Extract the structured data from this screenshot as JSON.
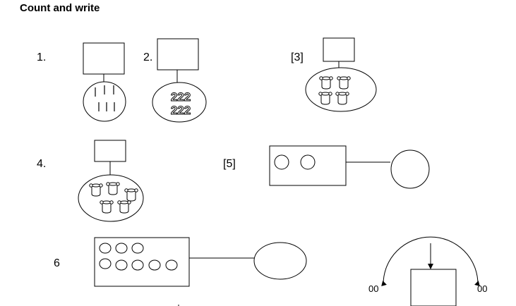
{
  "title": "Count and write",
  "questions": [
    {
      "label": "1.",
      "objects": "tally sticks",
      "count_shown": 6
    },
    {
      "label": "2.",
      "objects": "222 222"
    },
    {
      "label": "[3]",
      "objects": "pots",
      "count_shown": 4
    },
    {
      "label": "4.",
      "objects": "pots",
      "count_shown": 5
    },
    {
      "label": "[5]",
      "objects": "circles",
      "count_shown": 2
    },
    {
      "label": "6",
      "objects": "circles",
      "count_shown": 8
    }
  ],
  "q2_text": {
    "line1": "222",
    "line2": "222"
  },
  "arrow_labels": {
    "left": "00",
    "right": "00"
  }
}
